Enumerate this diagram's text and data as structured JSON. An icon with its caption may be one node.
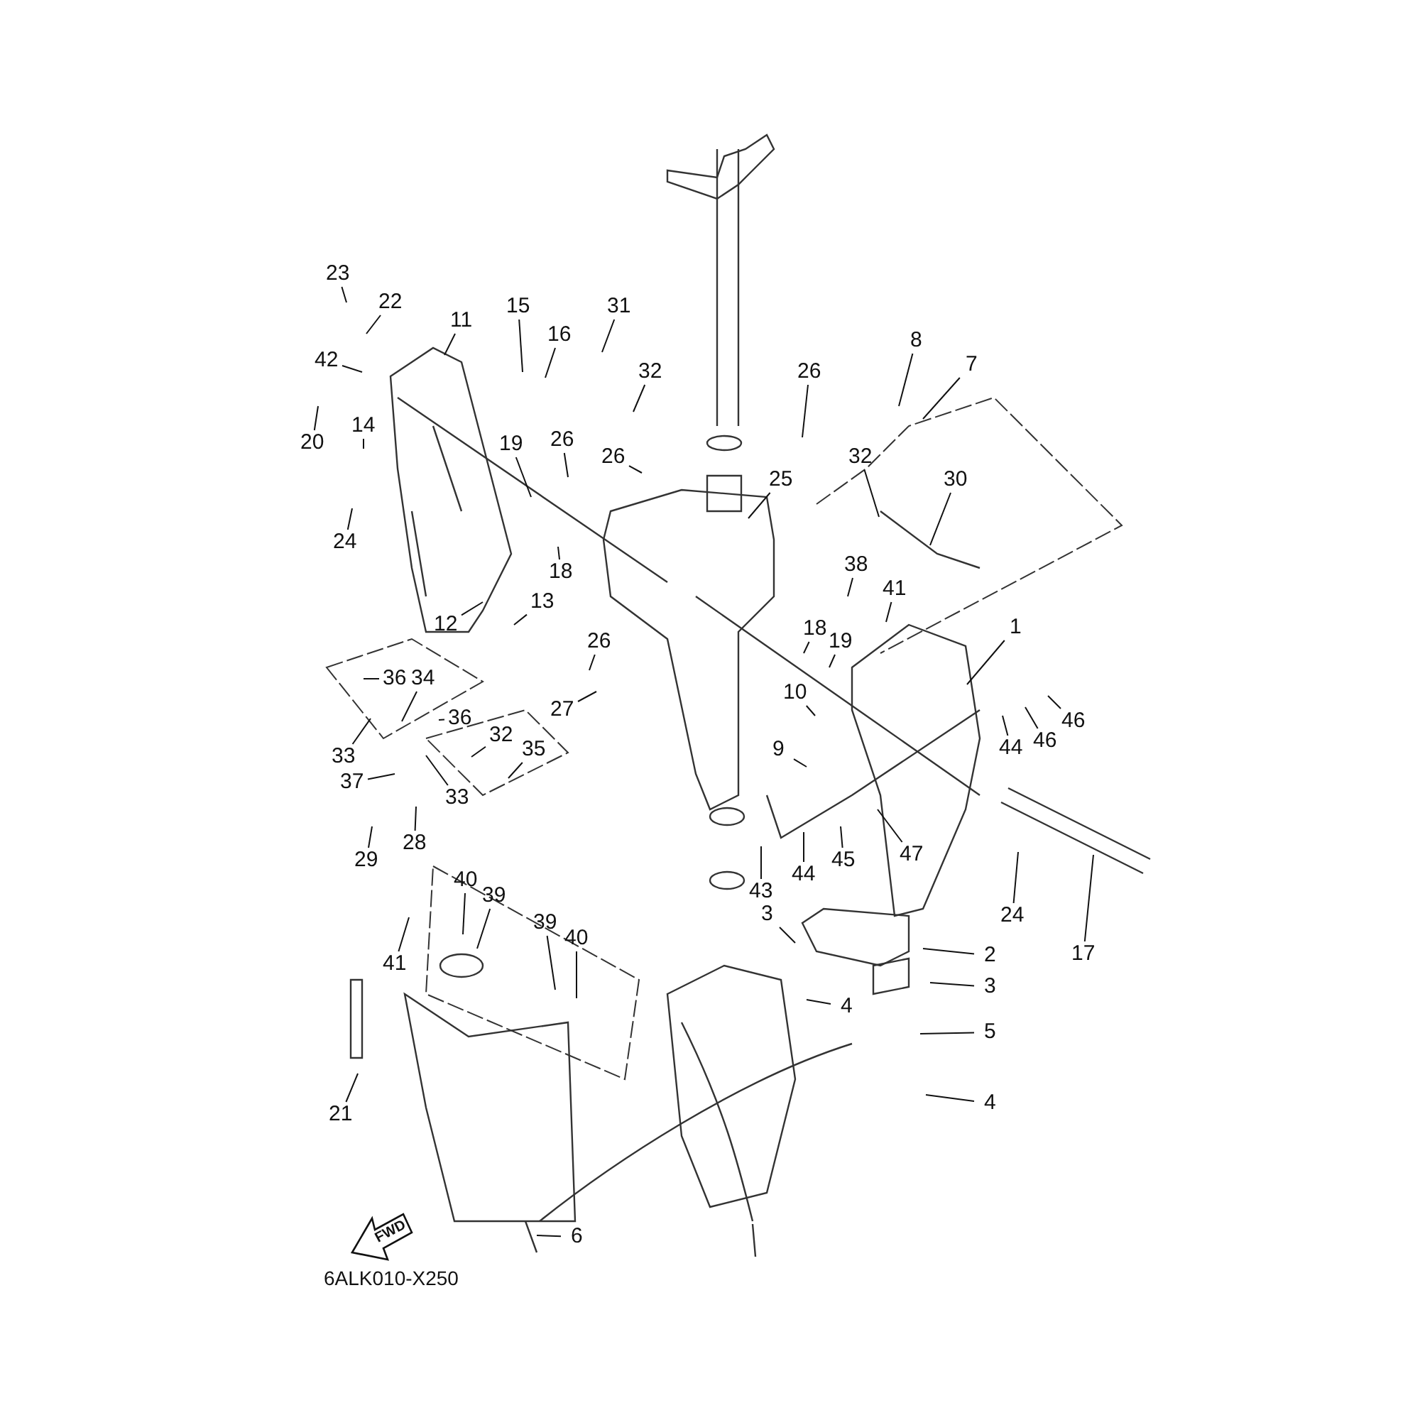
{
  "diagram": {
    "nodes": [
      {
        "text": [
          "23"
        ]
      },
      {
        "text": [
          "22"
        ]
      },
      {
        "text": [
          "11"
        ]
      },
      {
        "text": [
          "42"
        ]
      },
      {
        "text": [
          "20"
        ]
      },
      {
        "text": [
          "14"
        ]
      },
      {
        "text": [
          "15"
        ]
      },
      {
        "text": [
          "16"
        ]
      },
      {
        "text": [
          "31"
        ]
      },
      {
        "text": [
          "32"
        ]
      },
      {
        "text": [
          "19"
        ]
      },
      {
        "text": [
          "26"
        ]
      },
      {
        "text": [
          "26"
        ]
      },
      {
        "text": [
          "24"
        ]
      },
      {
        "text": [
          "18"
        ]
      },
      {
        "text": [
          "13"
        ]
      },
      {
        "text": [
          "12"
        ]
      },
      {
        "text": [
          "26"
        ]
      },
      {
        "text": [
          "27"
        ]
      },
      {
        "text": [
          "36"
        ]
      },
      {
        "text": [
          "36"
        ]
      },
      {
        "text": [
          "34"
        ]
      },
      {
        "text": [
          "33"
        ]
      },
      {
        "text": [
          "33"
        ]
      },
      {
        "text": [
          "37"
        ]
      },
      {
        "text": [
          "32"
        ]
      },
      {
        "text": [
          "35"
        ]
      },
      {
        "text": [
          "28"
        ]
      },
      {
        "text": [
          "29"
        ]
      },
      {
        "text": [
          "40"
        ]
      },
      {
        "text": [
          "39"
        ]
      },
      {
        "text": [
          "39"
        ]
      },
      {
        "text": [
          "40"
        ]
      },
      {
        "text": [
          "41"
        ]
      },
      {
        "text": [
          "21"
        ]
      },
      {
        "text": [
          "26"
        ]
      },
      {
        "text": [
          "8"
        ]
      },
      {
        "text": [
          "7"
        ]
      },
      {
        "text": [
          "32"
        ]
      },
      {
        "text": [
          "30"
        ]
      },
      {
        "text": [
          "25"
        ]
      },
      {
        "text": [
          "38"
        ]
      },
      {
        "text": [
          "41"
        ]
      },
      {
        "text": [
          "18"
        ]
      },
      {
        "text": [
          "19"
        ]
      },
      {
        "text": [
          "1"
        ]
      },
      {
        "text": [
          "10"
        ]
      },
      {
        "text": [
          "9"
        ]
      },
      {
        "text": [
          "44"
        ]
      },
      {
        "text": [
          "46"
        ]
      },
      {
        "text": [
          "46"
        ]
      },
      {
        "text": [
          "47"
        ]
      },
      {
        "text": [
          "45"
        ]
      },
      {
        "text": [
          "44"
        ]
      },
      {
        "text": [
          "43"
        ]
      },
      {
        "text": [
          "24"
        ]
      },
      {
        "text": [
          "17"
        ]
      },
      {
        "text": [
          "3"
        ]
      },
      {
        "text": [
          "2"
        ]
      },
      {
        "text": [
          "3"
        ]
      },
      {
        "text": [
          "4"
        ]
      },
      {
        "text": [
          "5"
        ]
      },
      {
        "text": [
          "4"
        ]
      },
      {
        "text": [
          "6"
        ]
      }
    ],
    "edges": [
      {
        "from": 0,
        "to": null,
        "arrow": "none"
      },
      {
        "from": 1,
        "to": null,
        "arrow": "none"
      },
      {
        "from": 2,
        "to": null,
        "arrow": "none"
      },
      {
        "from": 3,
        "to": null,
        "arrow": "none"
      },
      {
        "from": 4,
        "to": null,
        "arrow": "none"
      },
      {
        "from": 5,
        "to": null,
        "arrow": "none"
      },
      {
        "from": 6,
        "to": null,
        "arrow": "none"
      },
      {
        "from": 7,
        "to": null,
        "arrow": "none"
      },
      {
        "from": 8,
        "to": null,
        "arrow": "none"
      },
      {
        "from": 9,
        "to": null,
        "arrow": "none"
      },
      {
        "from": 10,
        "to": null,
        "arrow": "none"
      },
      {
        "from": 11,
        "to": null,
        "arrow": "none"
      },
      {
        "from": 12,
        "to": null,
        "arrow": "none"
      },
      {
        "from": 13,
        "to": null,
        "arrow": "none"
      },
      {
        "from": 14,
        "to": null,
        "arrow": "none"
      },
      {
        "from": 15,
        "to": null,
        "arrow": "none"
      },
      {
        "from": 16,
        "to": null,
        "arrow": "none"
      },
      {
        "from": 17,
        "to": null,
        "arrow": "none"
      },
      {
        "from": 18,
        "to": null,
        "arrow": "none"
      },
      {
        "from": 19,
        "to": null,
        "arrow": "none"
      },
      {
        "from": 20,
        "to": null,
        "arrow": "none"
      },
      {
        "from": 21,
        "to": null,
        "arrow": "none"
      },
      {
        "from": 22,
        "to": null,
        "arrow": "none"
      },
      {
        "from": 23,
        "to": null,
        "arrow": "none"
      },
      {
        "from": 24,
        "to": null,
        "arrow": "none"
      },
      {
        "from": 25,
        "to": null,
        "arrow": "none"
      },
      {
        "from": 26,
        "to": null,
        "arrow": "none"
      },
      {
        "from": 27,
        "to": null,
        "arrow": "none"
      },
      {
        "from": 28,
        "to": null,
        "arrow": "none"
      },
      {
        "from": 29,
        "to": null,
        "arrow": "none"
      },
      {
        "from": 30,
        "to": null,
        "arrow": "none"
      },
      {
        "from": 31,
        "to": null,
        "arrow": "none"
      },
      {
        "from": 32,
        "to": null,
        "arrow": "none"
      },
      {
        "from": 33,
        "to": null,
        "arrow": "none"
      },
      {
        "from": 34,
        "to": null,
        "arrow": "none"
      },
      {
        "from": 35,
        "to": null,
        "arrow": "none"
      },
      {
        "from": 36,
        "to": null,
        "arrow": "none"
      },
      {
        "from": 37,
        "to": null,
        "arrow": "none"
      },
      {
        "from": 38,
        "to": null,
        "arrow": "none"
      },
      {
        "from": 39,
        "to": null,
        "arrow": "none"
      },
      {
        "from": 40,
        "to": null,
        "arrow": "none"
      },
      {
        "from": 41,
        "to": null,
        "arrow": "none"
      },
      {
        "from": 42,
        "to": null,
        "arrow": "none"
      },
      {
        "from": 43,
        "to": null,
        "arrow": "none"
      },
      {
        "from": 44,
        "to": null,
        "arrow": "none"
      },
      {
        "from": 45,
        "to": null,
        "arrow": "none"
      },
      {
        "from": 46,
        "to": null,
        "arrow": "none"
      },
      {
        "from": 47,
        "to": null,
        "arrow": "none"
      },
      {
        "from": 48,
        "to": null,
        "arrow": "none"
      },
      {
        "from": 49,
        "to": null,
        "arrow": "none"
      },
      {
        "from": 50,
        "to": null,
        "arrow": "none"
      },
      {
        "from": 51,
        "to": null,
        "arrow": "none"
      },
      {
        "from": 52,
        "to": null,
        "arrow": "none"
      },
      {
        "from": 53,
        "to": null,
        "arrow": "none"
      },
      {
        "from": 54,
        "to": null,
        "arrow": "none"
      },
      {
        "from": 55,
        "to": null,
        "arrow": "none"
      },
      {
        "from": 56,
        "to": null,
        "arrow": "none"
      },
      {
        "from": 57,
        "to": null,
        "arrow": "none"
      },
      {
        "from": 58,
        "to": null,
        "arrow": "none"
      },
      {
        "from": 59,
        "to": null,
        "arrow": "none"
      },
      {
        "from": 60,
        "to": null,
        "arrow": "none"
      },
      {
        "from": 61,
        "to": null,
        "arrow": "none"
      },
      {
        "from": 62,
        "to": null,
        "arrow": "none"
      },
      {
        "from": 63,
        "to": null,
        "arrow": "none"
      }
    ],
    "labels": [
      "FWD",
      "6ALK010-X250"
    ]
  }
}
